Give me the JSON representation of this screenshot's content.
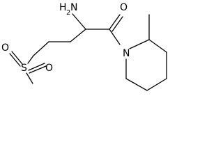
{
  "molecule": {
    "atoms": {
      "amine": {
        "element": "H",
        "subscript": "2",
        "element2": "N"
      },
      "carbonyl_oxygen": {
        "element": "O"
      },
      "ring_nitrogen": {
        "element": "N"
      },
      "sulfur": {
        "element": "S"
      },
      "sulfonyl_oxygen_top": {
        "element": "O"
      },
      "sulfonyl_oxygen_bottom": {
        "element": "O"
      }
    },
    "colors": {
      "bond": "#000000",
      "text": "#000000",
      "background": "#ffffff"
    }
  }
}
